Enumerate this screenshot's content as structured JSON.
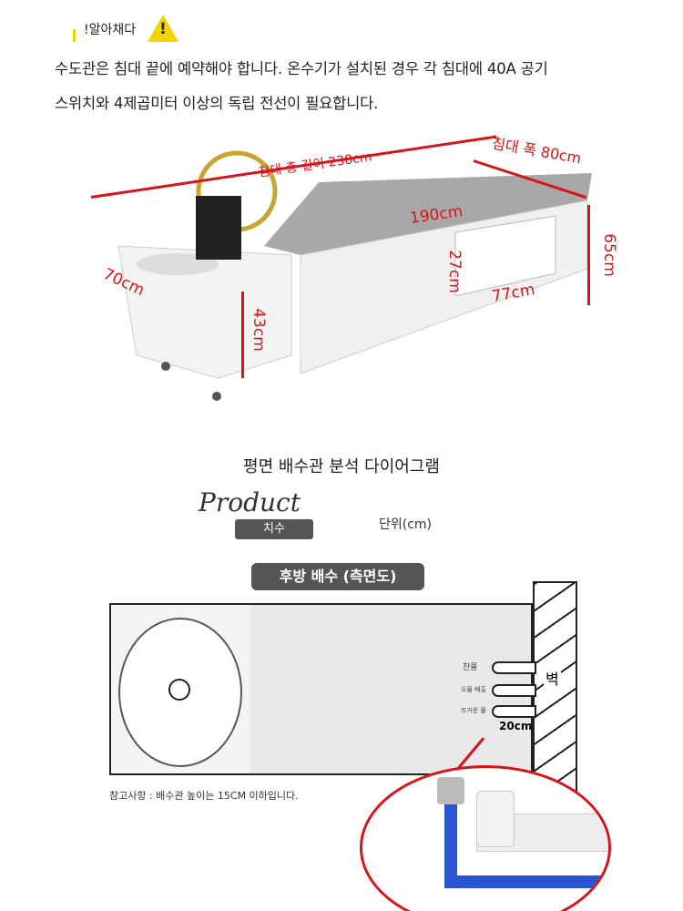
{
  "notice": {
    "title": "!알아채다",
    "icon": "warning-icon",
    "lines": [
      "수도관은 침대 끝에 예약해야 합니다. 온수기가 설치된 경우 각 침대에 40A 공기",
      "스위치와 4제곱미터 이상의 독립 전선이 필요합니다."
    ]
  },
  "dimensions": {
    "total_length": "침대 총 길이 238cm",
    "width": "침대 폭 80cm",
    "bed_length": "190cm",
    "height": "65cm",
    "basin_width": "70cm",
    "cabinet_height": "43cm",
    "storage_height": "27cm",
    "storage_width": "77cm"
  },
  "diagram": {
    "title": "평면 배수관 분석 다이어그램",
    "product_script": "Product",
    "product_tag": "치수",
    "unit": "단위(cm)",
    "view_label": "후방 배수 (측면도)",
    "pipes": [
      "찬물",
      "오물 배출",
      "뜨거운 물"
    ],
    "wall": "벽",
    "distance": "20cm",
    "note": "참고사항 : 배수관 높이는 15CM 이하입니다."
  },
  "colors": {
    "dimension": "#d8141a",
    "bed": "#a6a6a6",
    "pipe": "#2a56d6"
  }
}
